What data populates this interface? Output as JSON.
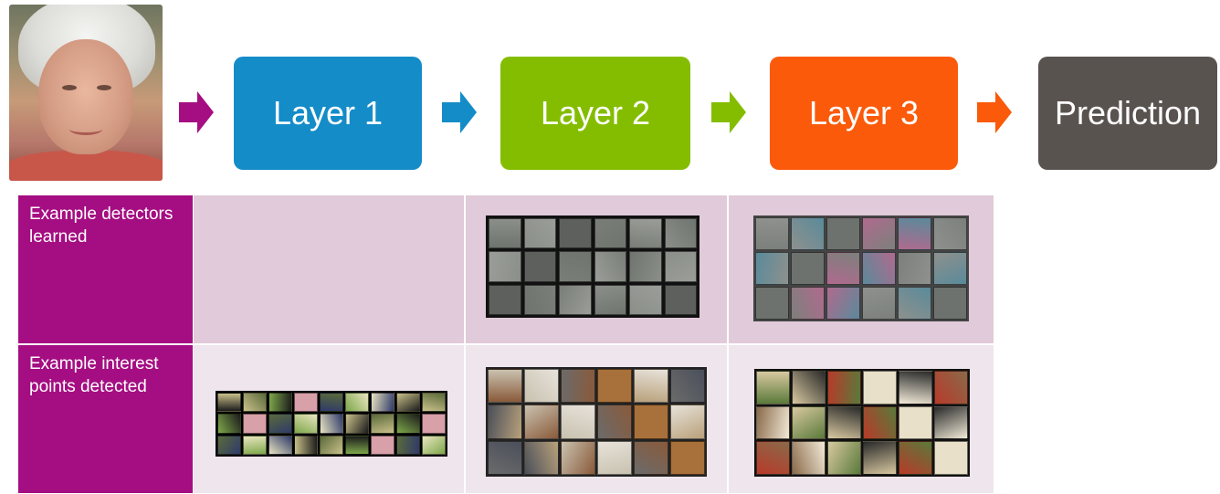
{
  "pipeline": {
    "input_image_alt": "face photo input",
    "layers": [
      {
        "label": "Layer 1",
        "color": "#148cc8"
      },
      {
        "label": "Layer 2",
        "color": "#84bd00"
      },
      {
        "label": "Layer 3",
        "color": "#fa5a0a"
      },
      {
        "label": "Prediction",
        "color": "#595350"
      }
    ],
    "arrow_colors": [
      "#a50e82",
      "#148cc8",
      "#84bd00",
      "#fa5a0a"
    ]
  },
  "table": {
    "rows": [
      {
        "label": "Example detectors learned"
      },
      {
        "label": "Example interest points detected"
      }
    ],
    "colors": {
      "label_bg": "#a50e82",
      "cell_dark": "#e1cad9",
      "cell_light": "#efe5ec"
    }
  }
}
